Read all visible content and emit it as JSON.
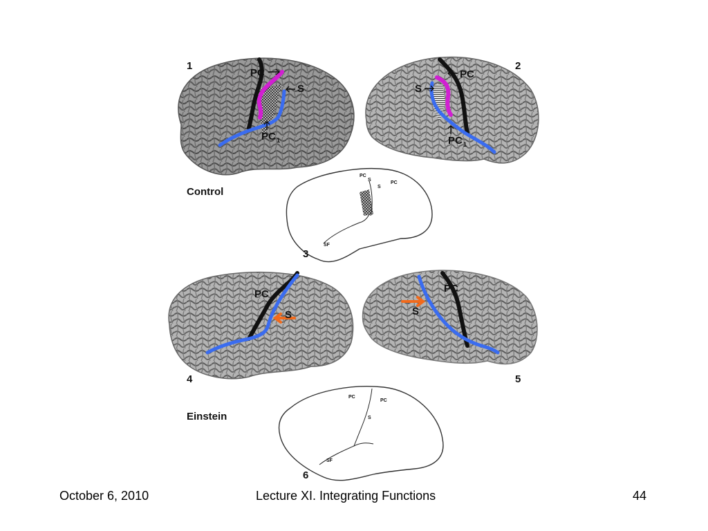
{
  "figure": {
    "labels": {
      "panel1": "1",
      "panel2": "2",
      "panel3": "3",
      "panel4": "4",
      "panel5": "5",
      "panel6": "6",
      "control": "Control",
      "einstein": "Einstein"
    },
    "annotations": {
      "pc": "PC",
      "s": "S",
      "pc1": "PC",
      "pc1_sub": "1",
      "sf": "SF"
    },
    "line_colors": {
      "central": "#111111",
      "postcentral": "#cc22cc",
      "sylvian": "#3a6cf0",
      "arrow": "#f26a1b"
    }
  },
  "footer": {
    "date": "October 6, 2010",
    "title": "Lecture XI. Integrating Functions",
    "page": "44"
  }
}
